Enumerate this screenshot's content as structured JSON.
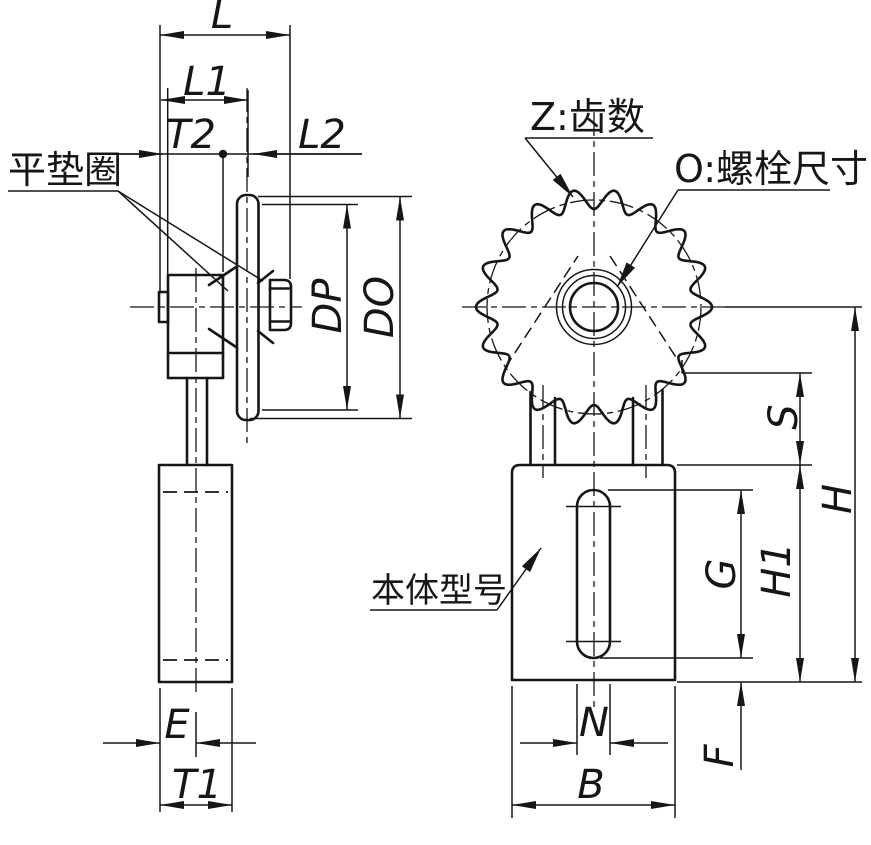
{
  "colors": {
    "background": "#ffffff",
    "line": "#161616"
  },
  "left_view": {
    "dims": {
      "L": "L",
      "L1": "L1",
      "T2": "T2",
      "L2": "L2",
      "DP": "DP",
      "DO": "DO",
      "E": "E",
      "T1": "T1"
    },
    "callouts": {
      "washer": "平垫圈"
    }
  },
  "right_view": {
    "dims": {
      "S": "S",
      "H": "H",
      "H1": "H1",
      "G": "G",
      "N": "N",
      "F": "F",
      "B": "B"
    },
    "callouts": {
      "teeth": "Z:齿数",
      "bolt": "O:螺栓尺寸",
      "body": "本体型号"
    }
  },
  "sprocket": {
    "teeth": 18
  }
}
